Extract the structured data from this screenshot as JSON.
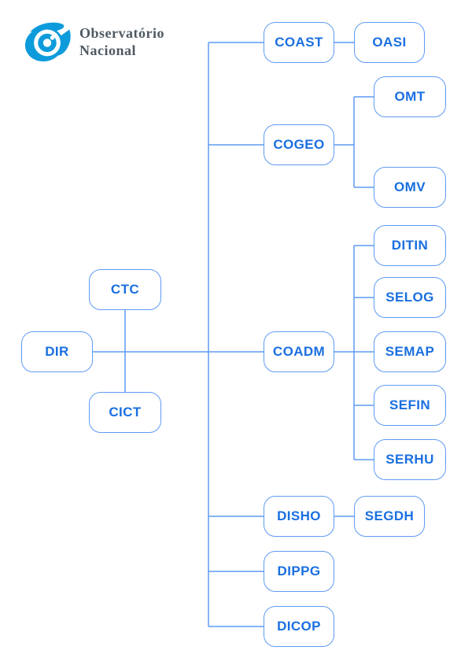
{
  "logo": {
    "org_name_line1": "Observatório",
    "org_name_line2": "Nacional"
  },
  "colors": {
    "node_border": "#5e9bf2",
    "node_text": "#1a6fe0",
    "connector_line": "#5e9bf2",
    "logo_blue": "#0e9bdb",
    "logo_text": "#4e5962",
    "background": "#ffffff"
  },
  "nodes": {
    "dir": {
      "label": "DIR"
    },
    "ctc": {
      "label": "CTC"
    },
    "cict": {
      "label": "CICT"
    },
    "coast": {
      "label": "COAST"
    },
    "oasi": {
      "label": "OASI"
    },
    "cogeo": {
      "label": "COGEO"
    },
    "omt": {
      "label": "OMT"
    },
    "omv": {
      "label": "OMV"
    },
    "coadm": {
      "label": "COADM"
    },
    "ditin": {
      "label": "DITIN"
    },
    "selog": {
      "label": "SELOG"
    },
    "semap": {
      "label": "SEMAP"
    },
    "sefin": {
      "label": "SEFIN"
    },
    "serhu": {
      "label": "SERHU"
    },
    "disho": {
      "label": "DISHO"
    },
    "segdh": {
      "label": "SEGDH"
    },
    "dippg": {
      "label": "DIPPG"
    },
    "dicop": {
      "label": "DICOP"
    }
  },
  "hierarchy": {
    "DIR": [
      "CTC",
      "CICT",
      "COAST",
      "COGEO",
      "COADM",
      "DISHO",
      "DIPPG",
      "DICOP"
    ],
    "COAST": [
      "OASI"
    ],
    "COGEO": [
      "OMT",
      "OMV"
    ],
    "COADM": [
      "DITIN",
      "SELOG",
      "SEMAP",
      "SEFIN",
      "SERHU"
    ],
    "DISHO": [
      "SEGDH"
    ],
    "DIPPG": [],
    "DICOP": []
  }
}
